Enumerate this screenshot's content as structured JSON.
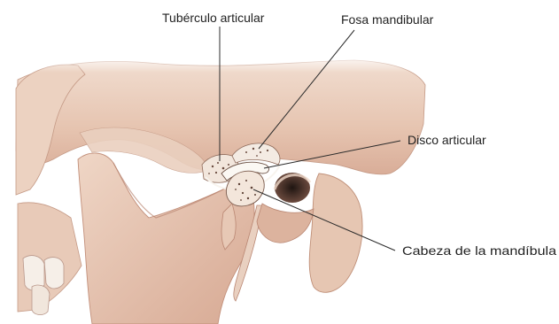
{
  "labels": {
    "articular_tubercle": "Tubérculo articular",
    "mandibular_fossa": "Fosa mandibular",
    "articular_disc": "Disco articular",
    "mandible_head": "Cabeza de la mandíbula"
  },
  "colors": {
    "bone_light": "#f3e1d4",
    "bone_mid": "#e6c3ae",
    "bone_shadow": "#c59a86",
    "cartilage": "#f7f4ef",
    "cavity_dark": "#3a2a24",
    "leader_line": "#2b2b2b",
    "text": "#222222"
  }
}
